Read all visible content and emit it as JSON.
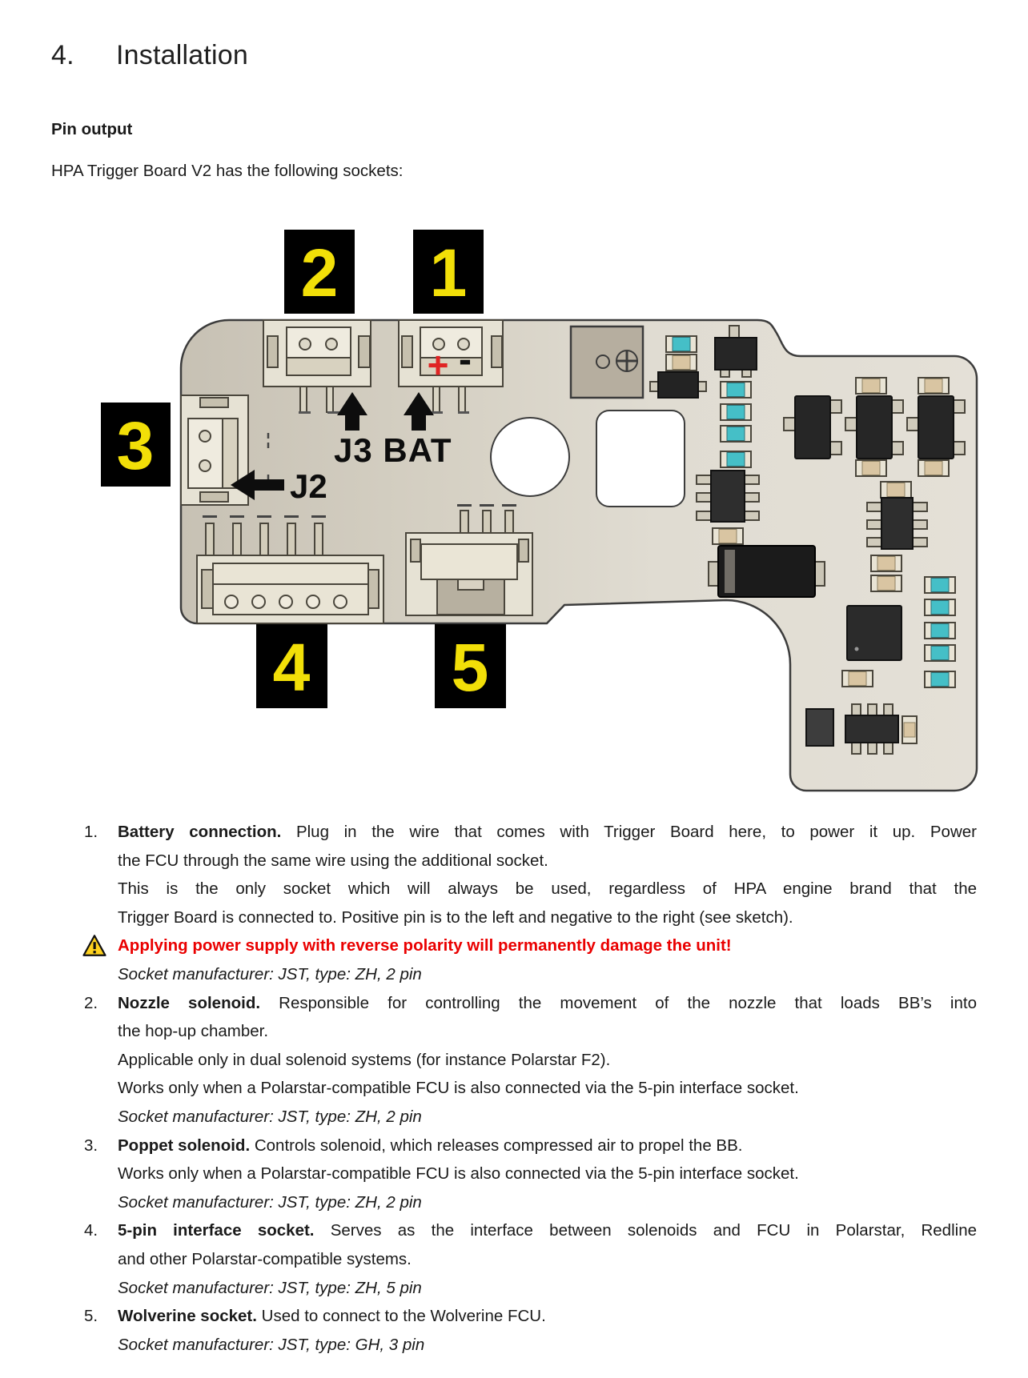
{
  "page": {
    "heading_number": "4.",
    "heading_title": "Installation",
    "subheading": "Pin output",
    "intro": "HPA Trigger Board V2 has the following sockets:"
  },
  "diagram": {
    "labels": {
      "s1": "1",
      "s2": "2",
      "s3": "3",
      "s4": "4",
      "s5": "5"
    },
    "j3_bat_label": "J3 BAT",
    "j2_label": "J2",
    "polarity_plus": "+",
    "polarity_minus": "-",
    "colors": {
      "label_box": "#000000",
      "label_text": "#f2df08",
      "board_light": "#e2ded4",
      "board_dark": "#c7c1b4",
      "teal_component": "#45bfc7",
      "tan_component": "#d9c5a2",
      "warning_red": "#ea0000",
      "plus_red": "#e02424"
    }
  },
  "list": {
    "items": [
      {
        "number": "1.",
        "title": "Battery connection.",
        "paragraphs": [
          {
            "title_inline": true,
            "lines": [
              "Plug in the wire that comes with Trigger Board here, to power it up. Power",
              "the FCU through the same wire using the additional socket."
            ]
          },
          {
            "lines": [
              "This is the only socket which will always be used, regardless of HPA engine brand that the",
              "Trigger Board is connected to. Positive pin is to the left and negative to the right (see sketch)."
            ]
          }
        ],
        "warning": "Applying power supply with reverse polarity will permanently damage the unit!",
        "note": "Socket manufacturer: JST, type: ZH, 2 pin"
      },
      {
        "number": "2.",
        "title": "Nozzle solenoid.",
        "paragraphs": [
          {
            "title_inline": true,
            "lines": [
              "Responsible for controlling the movement of the nozzle that loads BB’s into",
              "the hop-up chamber."
            ]
          },
          {
            "lines": [
              "Applicable only in dual solenoid systems (for instance Polarstar F2)."
            ]
          },
          {
            "lines": [
              "Works only when a Polarstar-compatible FCU is also connected via the 5-pin interface socket."
            ]
          }
        ],
        "note": "Socket manufacturer: JST, type: ZH, 2 pin"
      },
      {
        "number": "3.",
        "title": "Poppet solenoid.",
        "paragraphs": [
          {
            "title_inline": true,
            "lines": [
              "Controls solenoid, which releases compressed air to propel the BB."
            ]
          },
          {
            "lines": [
              "Works only when a Polarstar-compatible FCU is also connected via the 5-pin interface socket."
            ]
          }
        ],
        "note": "Socket manufacturer: JST, type: ZH, 2 pin"
      },
      {
        "number": "4.",
        "title": "5-pin interface socket.",
        "paragraphs": [
          {
            "title_inline": true,
            "lines": [
              "Serves as the interface between solenoids and FCU in Polarstar, Redline",
              "and other Polarstar-compatible systems."
            ]
          }
        ],
        "note": "Socket manufacturer: JST, type: ZH, 5 pin"
      },
      {
        "number": "5.",
        "title": "Wolverine socket.",
        "paragraphs": [
          {
            "title_inline": true,
            "lines": [
              "Used to connect to the Wolverine FCU."
            ]
          }
        ],
        "note": "Socket manufacturer: JST, type: GH, 3 pin"
      }
    ]
  }
}
